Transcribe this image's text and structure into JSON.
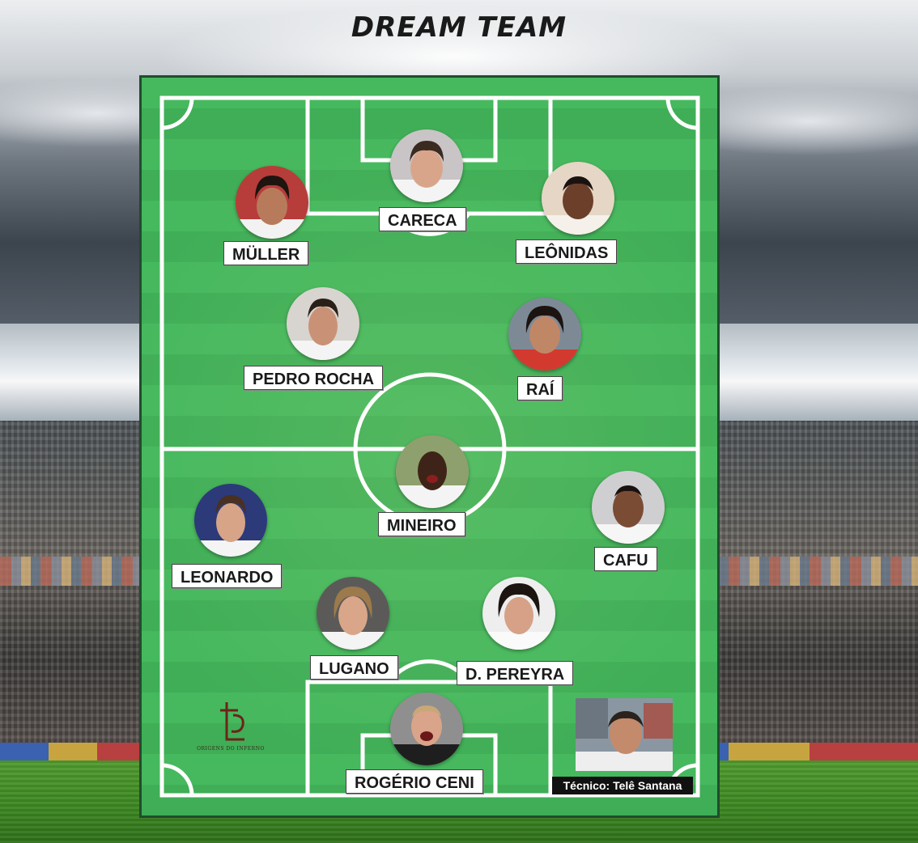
{
  "title": "DREAM TEAM",
  "colors": {
    "pitch_light": "#46b85e",
    "pitch_dark": "#3fae57",
    "pitch_border": "#1f4d2c",
    "label_bg": "#ffffff",
    "caption_bg": "#111111"
  },
  "players": [
    {
      "name": "CARECA",
      "avatar_icon": "player-photo-icon"
    },
    {
      "name": "MÜLLER",
      "avatar_icon": "player-photo-icon"
    },
    {
      "name": "LEÔNIDAS",
      "avatar_icon": "player-photo-icon"
    },
    {
      "name": "PEDRO ROCHA",
      "avatar_icon": "player-photo-icon"
    },
    {
      "name": "RAÍ",
      "avatar_icon": "player-photo-icon"
    },
    {
      "name": "MINEIRO",
      "avatar_icon": "player-photo-icon"
    },
    {
      "name": "LEONARDO",
      "avatar_icon": "player-photo-icon"
    },
    {
      "name": "CAFU",
      "avatar_icon": "player-photo-icon"
    },
    {
      "name": "LUGANO",
      "avatar_icon": "player-photo-icon"
    },
    {
      "name": "D. PEREYRA",
      "avatar_icon": "player-photo-icon"
    },
    {
      "name": "ROGÉRIO CENI",
      "avatar_icon": "player-photo-icon"
    }
  ],
  "coach": {
    "caption": "Técnico: Telê Santana",
    "photo_icon": "coach-photo-icon"
  },
  "logo": {
    "icon": "club-logo-icon",
    "text": "ORIGENS DO INFERNO"
  }
}
